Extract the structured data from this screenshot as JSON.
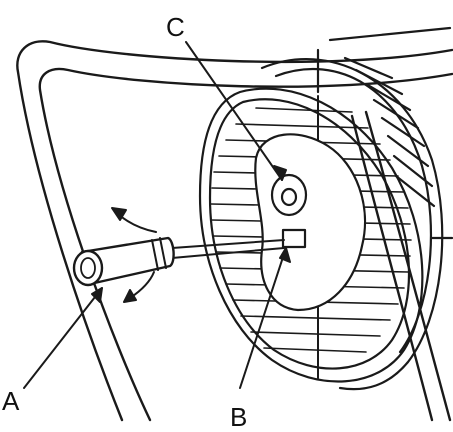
{
  "diagram": {
    "labels": {
      "a": "A",
      "b": "B",
      "c": "C"
    },
    "colors": {
      "line": "#1a1a1a",
      "background": "#ffffff"
    }
  }
}
